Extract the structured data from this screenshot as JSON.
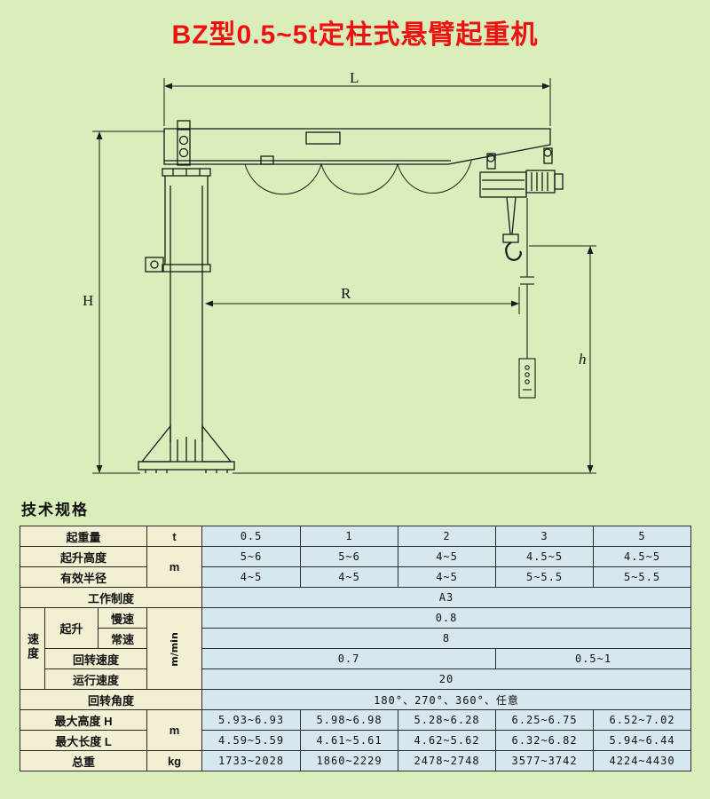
{
  "page": {
    "title": "BZ型0.5~5t定柱式悬臂起重机",
    "section_title": "技术规格"
  },
  "colors": {
    "background": "#d9eebb",
    "title_red": "#ee1111",
    "label_cell": "#f3efd3",
    "data_cell": "#d6e7ef",
    "line": "#1a1a1a"
  },
  "diagram": {
    "dim_L": "L",
    "dim_H": "H",
    "dim_R": "R",
    "dim_h": "h"
  },
  "table": {
    "capacity": {
      "label": "起重量",
      "unit": "t",
      "v": [
        "0.5",
        "1",
        "2",
        "3",
        "5"
      ]
    },
    "lift_height": {
      "label": "起升高度",
      "unit": "m",
      "v": [
        "5~6",
        "5~6",
        "4~5",
        "4.5~5",
        "4.5~5"
      ]
    },
    "radius": {
      "label": "有效半径",
      "v": [
        "4~5",
        "4~5",
        "4~5",
        "5~5.5",
        "5~5.5"
      ]
    },
    "duty": {
      "label": "工作制度",
      "value": "A3"
    },
    "speed": {
      "group_label": "速度",
      "unit": "m/min",
      "lifting_label": "起升",
      "slow": {
        "label": "慢速",
        "value": "0.8"
      },
      "normal": {
        "label": "常速",
        "value": "8"
      },
      "slew": {
        "label": "回转速度",
        "value_a": "0.7",
        "value_b": "0.5~1"
      },
      "travel": {
        "label": "运行速度",
        "value": "20"
      }
    },
    "angle": {
      "label": "回转角度",
      "value": "180°、270°、360°、任意"
    },
    "max_height": {
      "label": "最大高度 H",
      "unit": "m",
      "v": [
        "5.93~6.93",
        "5.98~6.98",
        "5.28~6.28",
        "6.25~6.75",
        "6.52~7.02"
      ]
    },
    "max_length": {
      "label": "最大长度 L",
      "v": [
        "4.59~5.59",
        "4.61~5.61",
        "4.62~5.62",
        "6.32~6.82",
        "5.94~6.44"
      ]
    },
    "total_weight": {
      "label": "总重",
      "unit": "kg",
      "v": [
        "1733~2028",
        "1860~2229",
        "2478~2748",
        "3577~3742",
        "4224~4430"
      ]
    }
  }
}
